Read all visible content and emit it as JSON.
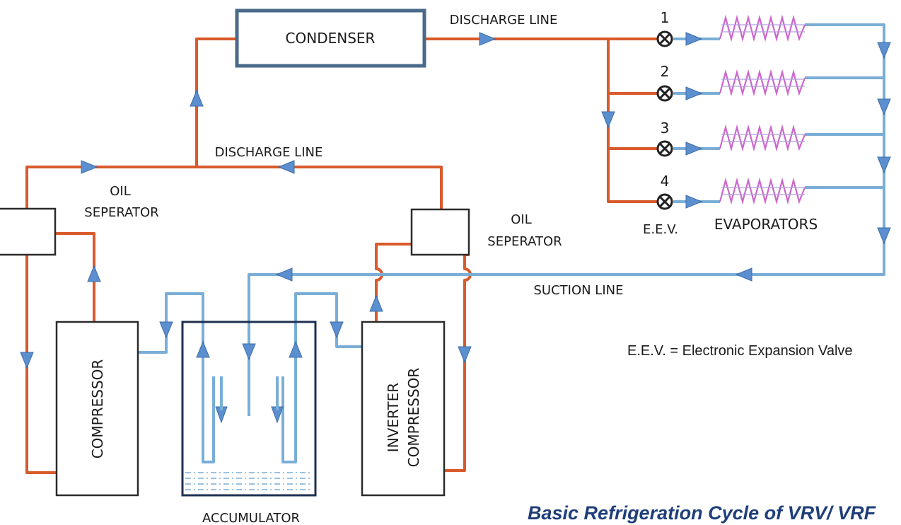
{
  "labels": {
    "condenser": "CONDENSER",
    "discharge_line_top": "DISCHARGE LINE",
    "discharge_line_mid": "DISCHARGE LINE",
    "oil_separator_left_1": "OIL",
    "oil_separator_left_2": "SEPERATOR",
    "oil_separator_right_1": "OIL",
    "oil_separator_right_2": "SEPERATOR",
    "suction_line": "SUCTION LINE",
    "compressor": "COMPRESSOR",
    "inverter_1": "INVERTER",
    "inverter_2": "COMPRESSOR",
    "accumulator": "ACCUMULATOR",
    "eev": "E.E.V.",
    "evaporators": "EVAPORATORS",
    "eev_legend": "E.E.V. = Electronic Expansion Valve",
    "title": "Basic Refrigeration Cycle of VRV/ VRF"
  },
  "valves": [
    "1",
    "2",
    "3",
    "4"
  ],
  "colors": {
    "hot_pipe": "#d95a2b",
    "cold_pipe": "#7aaed6",
    "arrow": "#5b8fcf",
    "coil": "#cc66cc",
    "title": "#1f3f7a"
  }
}
